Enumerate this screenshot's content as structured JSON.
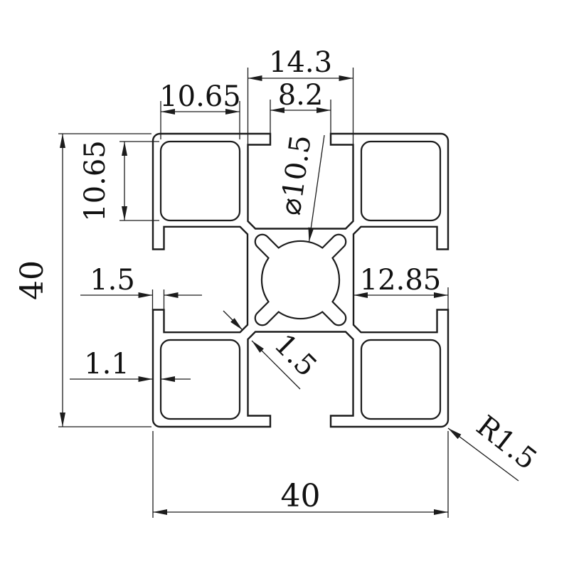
{
  "drawing": {
    "colors": {
      "line": "#1c1c1c",
      "background": "#ffffff"
    },
    "dims": {
      "slot_cavity_width": "14.3",
      "slot_opening_width": "8.2",
      "chamber_width": "10.65",
      "chamber_height": "10.65",
      "profile_height": "40",
      "lip_thickness": "1.5",
      "slot_depth": "12.85",
      "outer_wall_thickness": "1.1",
      "center_bore_diameter": "⌀10.5",
      "web_thickness": "1.5",
      "corner_radius": "R1.5",
      "profile_width": "40"
    }
  }
}
